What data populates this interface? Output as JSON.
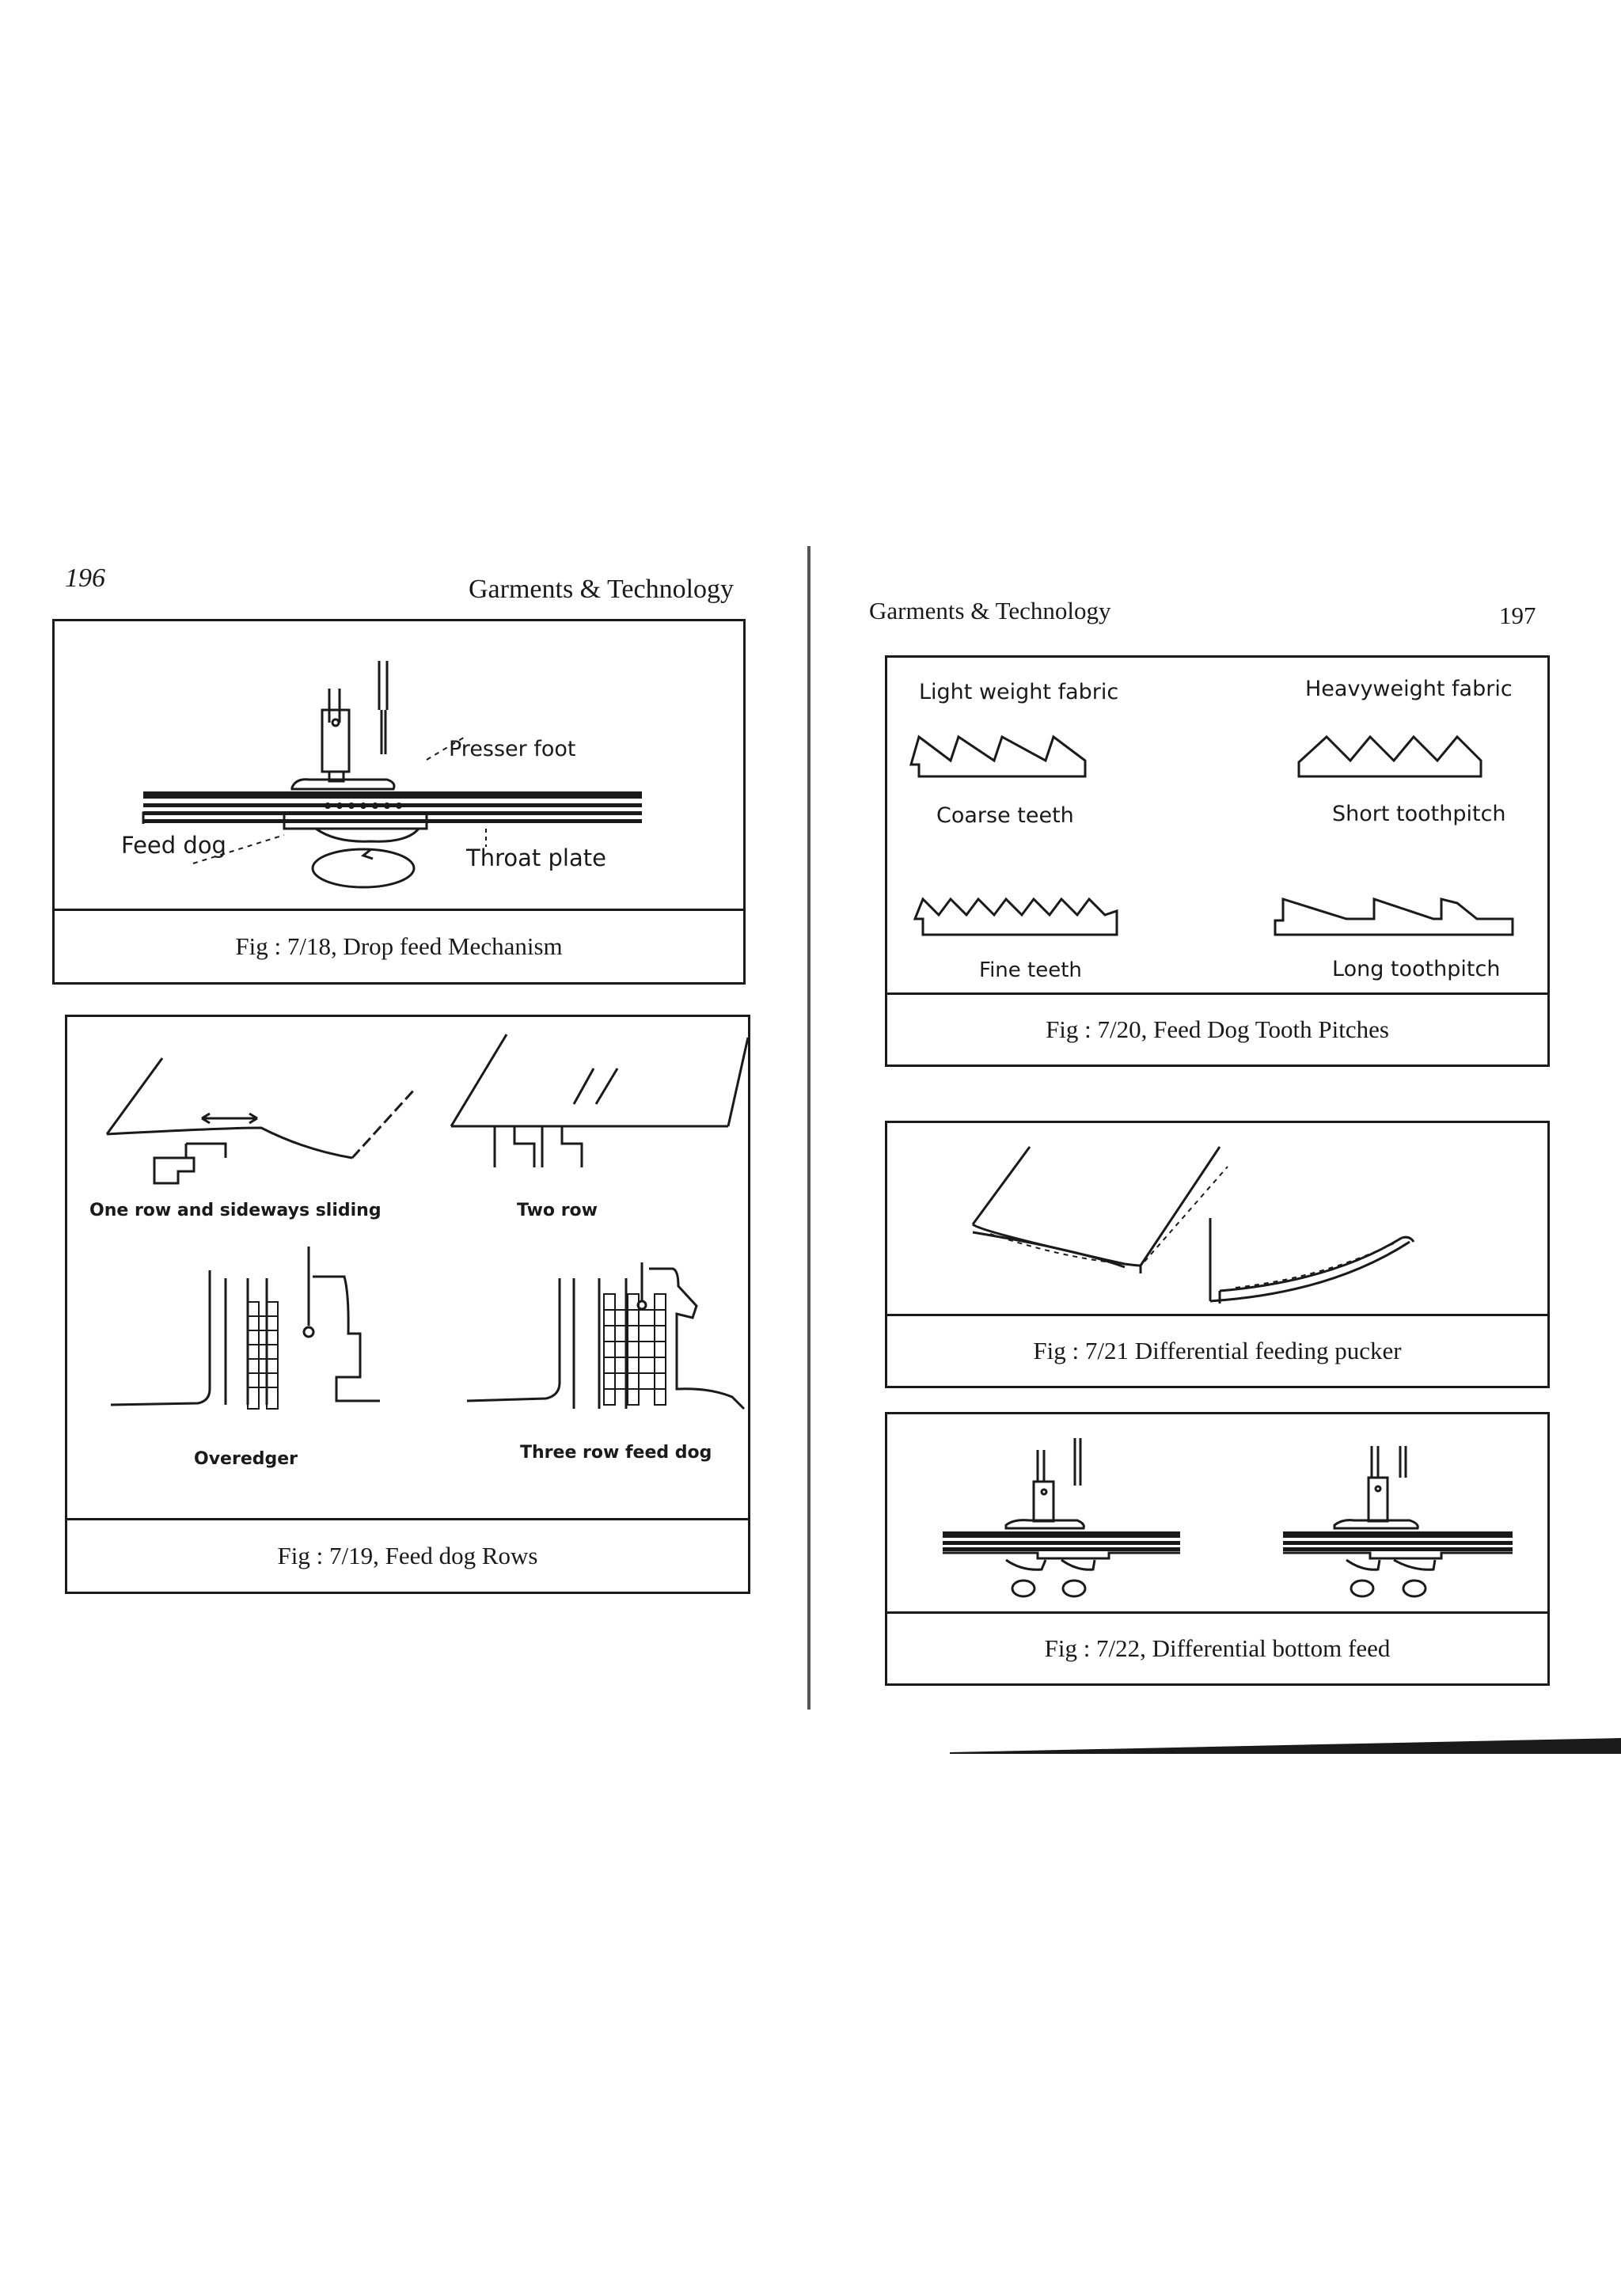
{
  "left_page": {
    "page_number": "196",
    "running_head": "Garments & Technology",
    "fig_7_18": {
      "caption": "Fig : 7/18,  Drop feed Mechanism",
      "labels": {
        "presser_foot": "Presser foot",
        "feed_dog": "Feed dog",
        "throat_plate": "Throat plate"
      }
    },
    "fig_7_19": {
      "caption": "Fig : 7/19, Feed dog Rows",
      "labels": {
        "one_row": "One row and sideways sliding",
        "two_row": "Two row",
        "overedger": "Overedger",
        "three_row": "Three row feed dog"
      }
    }
  },
  "right_page": {
    "page_number": "197",
    "running_head": "Garments & Technology",
    "fig_7_20": {
      "caption": "Fig : 7/20, Feed Dog Tooth Pitches",
      "labels": {
        "light_weight": "Light weight fabric",
        "heavyweight": "Heavyweight fabric",
        "coarse_teeth": "Coarse teeth",
        "short_toothpitch": "Short toothpitch",
        "fine_teeth": "Fine teeth",
        "long_toothpitch": "Long toothpitch"
      }
    },
    "fig_7_21": {
      "caption": "Fig : 7/21 Differential feeding pucker"
    },
    "fig_7_22": {
      "caption": "Fig : 7/22, Differential  bottom feed"
    }
  }
}
